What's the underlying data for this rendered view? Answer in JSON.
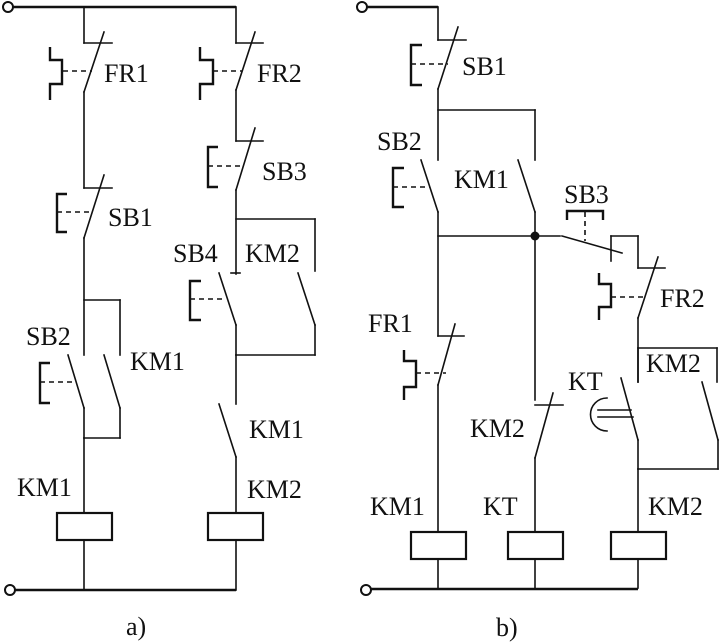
{
  "figure": {
    "panels": [
      {
        "id": "a",
        "caption": "a)",
        "labels": {
          "fr1": "FR1",
          "fr2": "FR2",
          "sb1": "SB1",
          "sb2": "SB2",
          "sb3": "SB3",
          "sb4": "SB4",
          "km1_contact": "KM1",
          "km2_contact": "KM2",
          "km1_interlock": "KM1",
          "km1_coil": "KM1",
          "km2_coil": "KM2"
        }
      },
      {
        "id": "b",
        "caption": "b)",
        "labels": {
          "sb1": "SB1",
          "sb2": "SB2",
          "km1_contact": "KM1",
          "sb3": "SB3",
          "fr2": "FR2",
          "fr1": "FR1",
          "kt_contact": "KT",
          "km2_holding": "KM2",
          "km2_interlock": "KM2",
          "km1_coil": "KM1",
          "kt_coil": "KT",
          "km2_coil": "KM2"
        }
      }
    ]
  }
}
